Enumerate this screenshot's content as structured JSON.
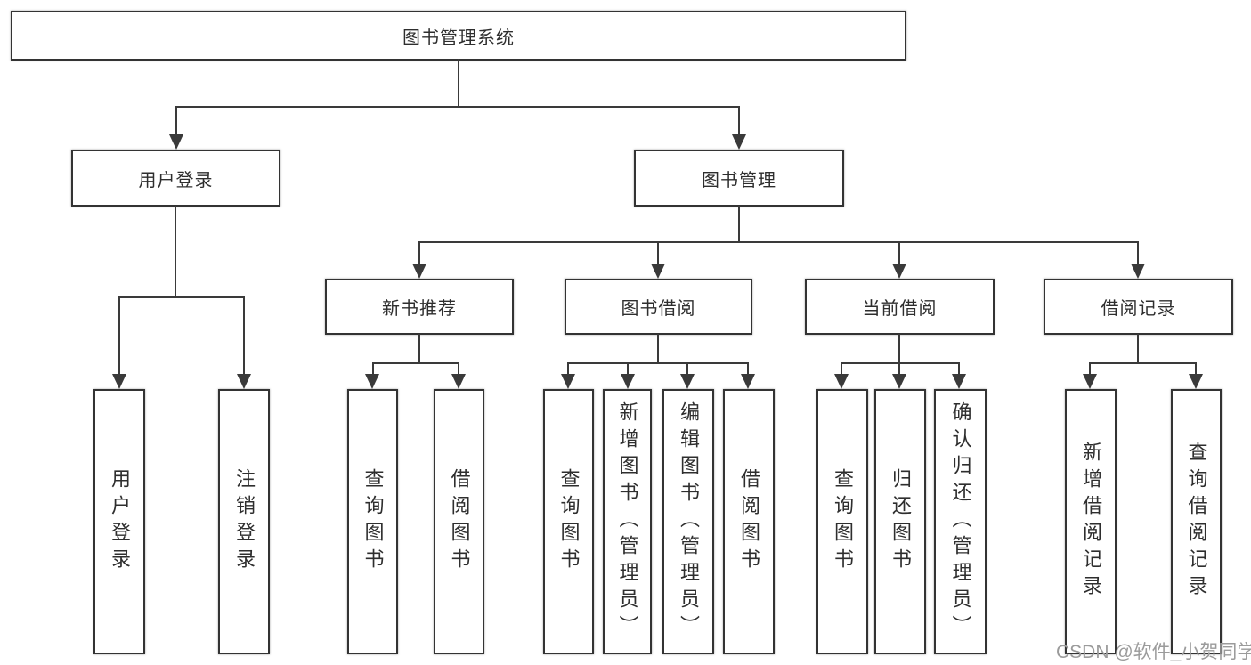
{
  "tree": {
    "root": {
      "label": "图书管理系统",
      "children": [
        {
          "label": "用户登录",
          "children": [
            {
              "label": "用户登录"
            },
            {
              "label": "注销登录"
            }
          ]
        },
        {
          "label": "图书管理",
          "children": [
            {
              "label": "新书推荐",
              "children": [
                {
                  "label": "查询图书"
                },
                {
                  "label": "借阅图书"
                }
              ]
            },
            {
              "label": "图书借阅",
              "children": [
                {
                  "label": "查询图书"
                },
                {
                  "label": "新增图书（管理员）"
                },
                {
                  "label": "编辑图书（管理员）"
                },
                {
                  "label": "借阅图书"
                }
              ]
            },
            {
              "label": "当前借阅",
              "children": [
                {
                  "label": "查询图书"
                },
                {
                  "label": "归还图书"
                },
                {
                  "label": "确认归还（管理员）"
                }
              ]
            },
            {
              "label": "借阅记录",
              "children": [
                {
                  "label": "新增借阅记录"
                },
                {
                  "label": "查询借阅记录"
                }
              ]
            }
          ]
        }
      ]
    }
  },
  "watermark": {
    "text": "CSDN @软件_小贺同学"
  },
  "colors": {
    "line": "#3a3a3a",
    "border": "#333333",
    "text": "#2e2e2e",
    "watermark": "#9b9b9b",
    "background": "#ffffff"
  }
}
